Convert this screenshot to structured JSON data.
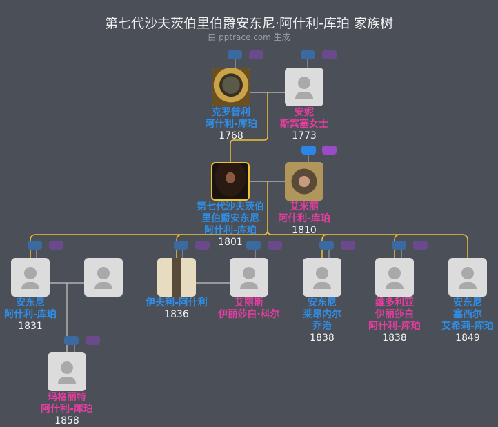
{
  "header": {
    "title": "第七代沙夫茨伯里伯爵安东尼·阿什利-库珀 家族树",
    "subtitle": "由 pptrace.com 生成"
  },
  "colors": {
    "male": "#2f8fe8",
    "female": "#e63da0",
    "descent_line": "#f1c232",
    "spouse_line": "#b0b0b0"
  },
  "people": [
    {
      "id": "crosby",
      "lines": [
        "克罗普利",
        "阿什利-库珀"
      ],
      "year": "1768",
      "gender": "male",
      "photo": true
    },
    {
      "id": "anne",
      "lines": [
        "安妮",
        "斯宾塞女士"
      ],
      "year": "1773",
      "gender": "female",
      "photo": false
    },
    {
      "id": "anthony7",
      "lines": [
        "第七代沙夫茨伯里伯爵安东尼",
        "阿什利-库珀"
      ],
      "year": "1801",
      "gender": "male",
      "photo": true,
      "focus": true
    },
    {
      "id": "emily",
      "lines": [
        "艾米丽",
        "阿什利-库珀"
      ],
      "year": "1810",
      "gender": "female",
      "photo": true
    },
    {
      "id": "anthony1831",
      "lines": [
        "安东尼",
        "阿什利-库珀"
      ],
      "year": "1831",
      "gender": "male",
      "photo": false
    },
    {
      "id": "spouse1831",
      "lines": [],
      "year": "",
      "gender": "female",
      "photo": false
    },
    {
      "id": "evelyn",
      "lines": [
        "伊夫利-阿什利"
      ],
      "year": "1836",
      "gender": "male",
      "photo": true
    },
    {
      "id": "alice",
      "lines": [
        "艾丽斯",
        "伊丽莎白·科尔"
      ],
      "year": "",
      "gender": "female",
      "photo": false
    },
    {
      "id": "anthony1838",
      "lines": [
        "安东尼",
        "莱昂内尔",
        "乔治"
      ],
      "year": "1838",
      "gender": "male",
      "photo": false
    },
    {
      "id": "victoria",
      "lines": [
        "维多利亚",
        "伊丽莎白",
        "阿什利-库珀"
      ],
      "year": "1838",
      "gender": "female",
      "photo": false
    },
    {
      "id": "anthony1849",
      "lines": [
        "安东尼",
        "塞西尔",
        "艾希莉-库珀"
      ],
      "year": "1849",
      "gender": "male",
      "photo": false
    },
    {
      "id": "margaret",
      "lines": [
        "玛格丽特",
        "阿什利-库珀"
      ],
      "year": "1858",
      "gender": "female",
      "photo": false
    }
  ]
}
